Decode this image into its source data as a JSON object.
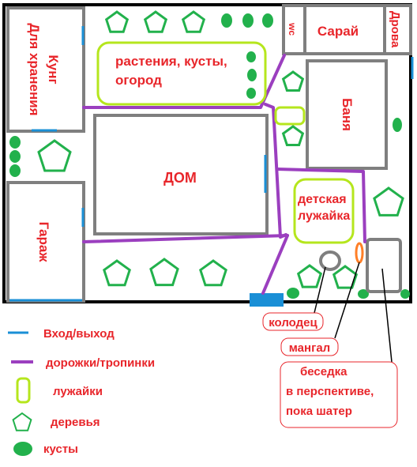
{
  "labels": {
    "kung": "Кунг",
    "kung_sub": "Для хранения",
    "plants": "растения, кусты,",
    "plants2": "огород",
    "wc": "wc",
    "shed": "Сарай",
    "firewood": "Дрова",
    "bath": "Баня",
    "house": "ДОМ",
    "kids": "детская",
    "kids2": "лужайка",
    "garage": "Гараж"
  },
  "callouts": {
    "well": "колодец",
    "grill": "мангал",
    "gazebo1": "беседка",
    "gazebo2": "в перспективе,",
    "gazebo3": "пока шатер"
  },
  "legend": {
    "entry": "Вход/выход",
    "paths": "дорожки/тропинки",
    "lawns": "лужайки",
    "trees": "деревья",
    "bushes": "кусты"
  },
  "colors": {
    "wall": "#7f7f7f",
    "entry": "#1a8fd6",
    "path": "#9b3fbf",
    "lawn": "#b5e61d",
    "tree": "#22b14c",
    "text": "#e8262b"
  }
}
